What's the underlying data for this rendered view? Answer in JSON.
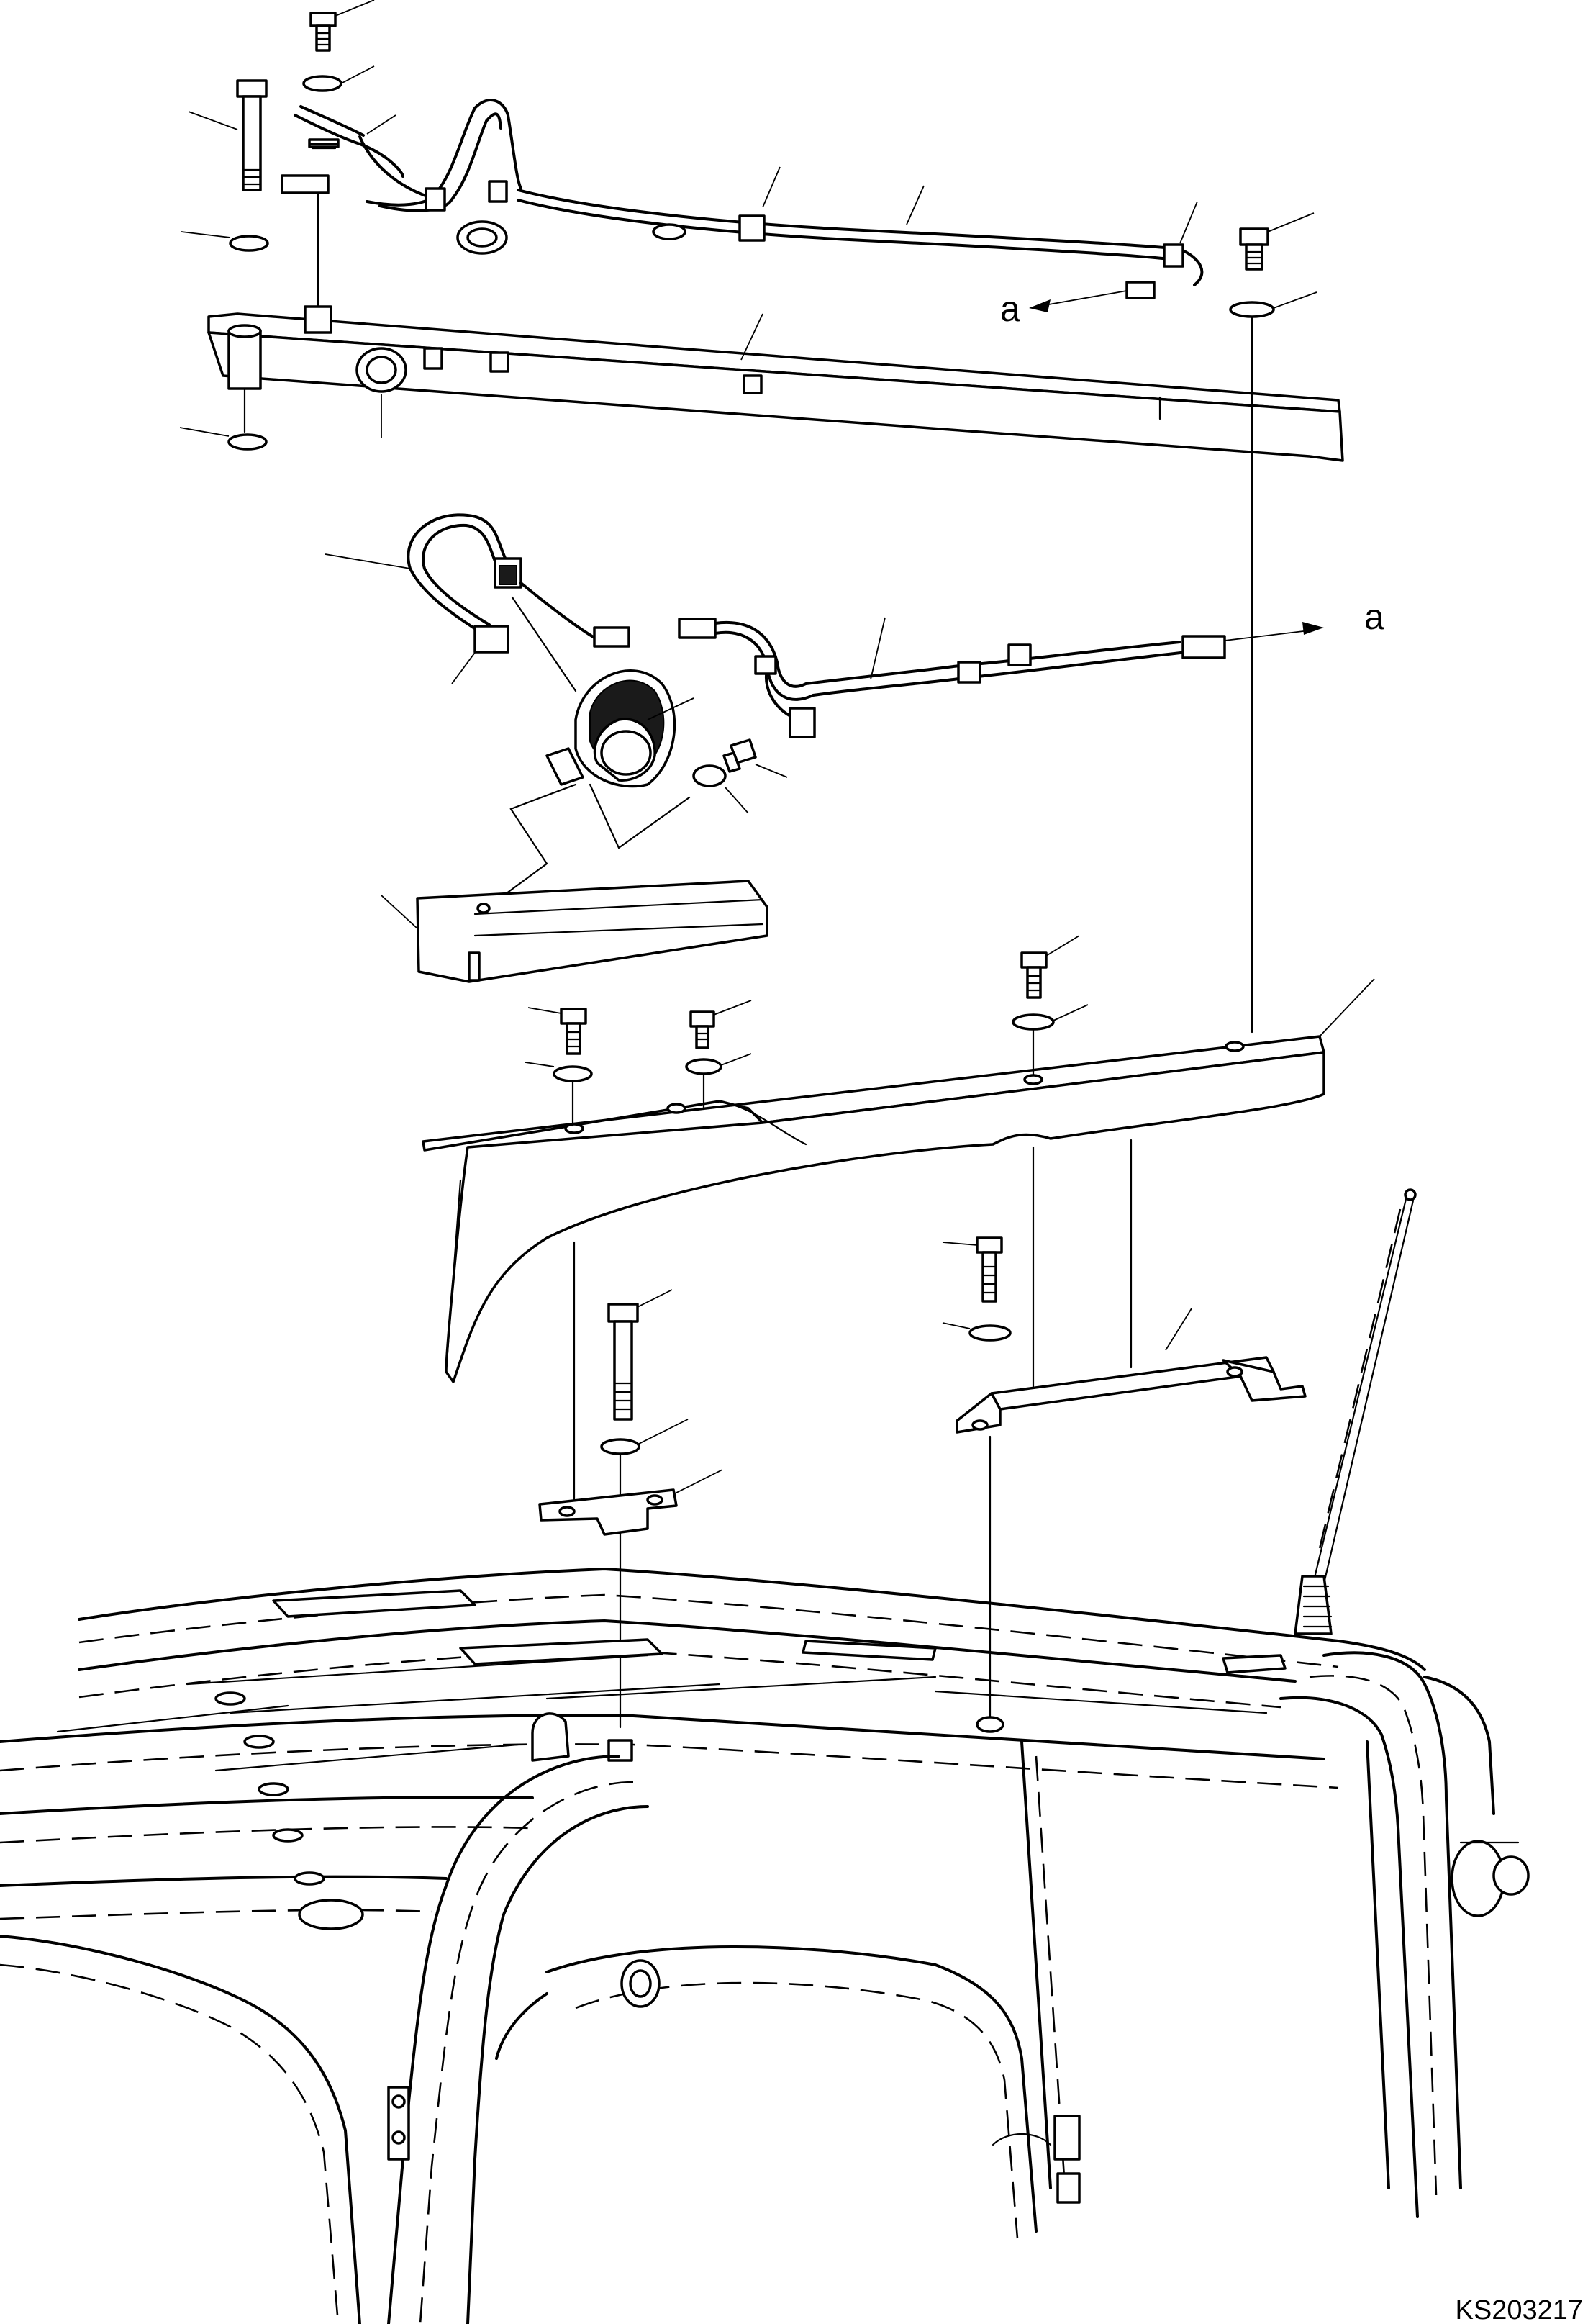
{
  "labels": {
    "ref_a_upper": "a",
    "ref_a_lower": "a",
    "drawing_code": "KS203217"
  },
  "style": {
    "line_color": "#000000",
    "background": "#ffffff"
  }
}
